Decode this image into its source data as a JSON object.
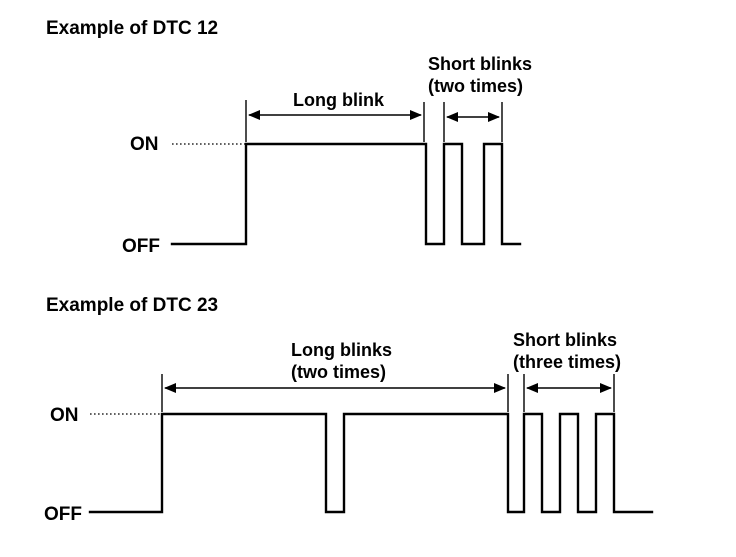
{
  "colors": {
    "ink": "#000000",
    "background": "#ffffff"
  },
  "figure1": {
    "title": "Example of DTC 12",
    "on_label": "ON",
    "off_label": "OFF",
    "long_label": "Long blink",
    "short_label_line1": "Short blinks",
    "short_label_line2": "(two times)",
    "long_blinks": 1,
    "short_blinks": 2
  },
  "figure2": {
    "title": "Example of DTC 23",
    "on_label": "ON",
    "off_label": "OFF",
    "long_label_line1": "Long blinks",
    "long_label_line2": "(two times)",
    "short_label_line1": "Short blinks",
    "short_label_line2": "(three times)",
    "long_blinks": 2,
    "short_blinks": 3
  }
}
